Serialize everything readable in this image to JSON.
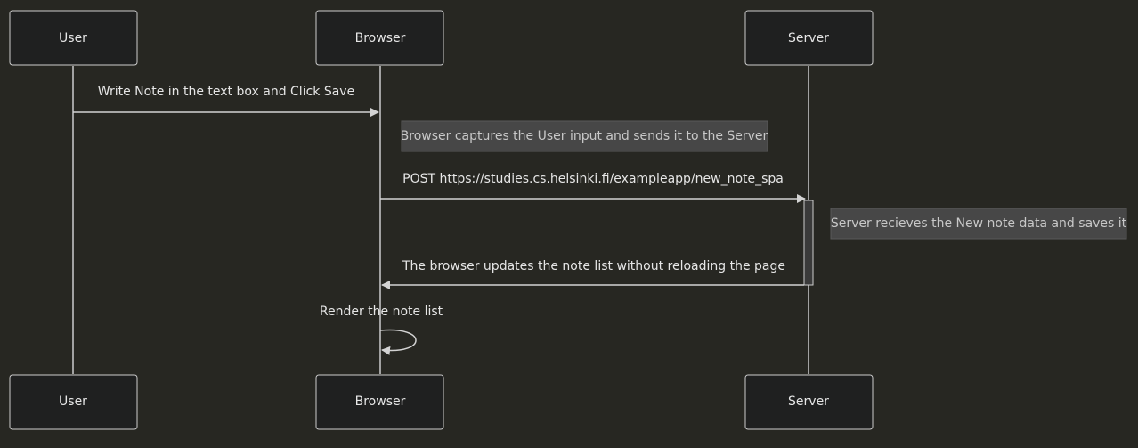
{
  "actors": {
    "user": "User",
    "browser": "Browser",
    "server": "Server"
  },
  "messages": {
    "m1": "Write Note in the text box and Click Save",
    "m2": "POST https://studies.cs.helsinki.fi/exampleapp/new_note_spa",
    "m3": "The browser updates the note list without reloading the page",
    "m4": "Render the note list"
  },
  "notes": {
    "n1": "Browser captures the User input and sends it to the Server",
    "n2": "Server recieves the New note data and saves it"
  },
  "colors": {
    "background": "#272722",
    "box_fill": "#1f2020",
    "line": "#cccccc",
    "note_fill": "#474747"
  }
}
